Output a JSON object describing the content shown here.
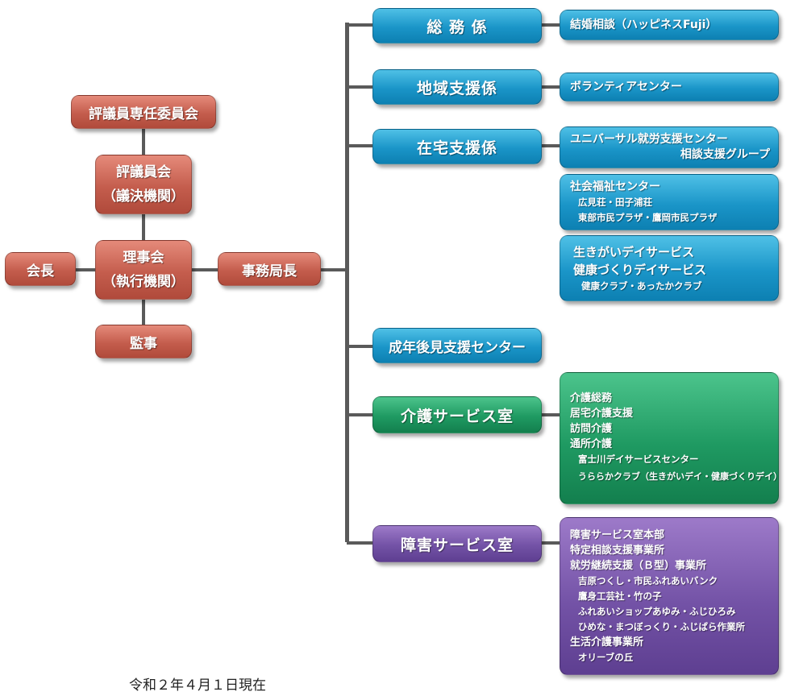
{
  "board": {
    "standing_committee": "評議員専任委員会",
    "councillors_line1": "評議員会",
    "councillors_line2": "（議決機関）",
    "directors_line1": "理事会",
    "directors_line2": "（執行機関）",
    "chairman": "会長",
    "auditor": "監事",
    "secretary_general": "事務局長"
  },
  "departments": [
    {
      "label": "総 務 係",
      "children": [
        {
          "lines": [
            "結婚相談（ハッピネスFuji）"
          ]
        }
      ]
    },
    {
      "label": "地域支援係",
      "children": [
        {
          "lines": [
            "ボランティアセンター"
          ]
        }
      ]
    },
    {
      "label": "在宅支援係",
      "children": [
        {
          "lines": [
            "ユニバーサル就労支援センター",
            "相談支援グループ"
          ]
        },
        {
          "lines": [
            "社会福祉センター",
            "広見荘・田子浦荘",
            "東部市民プラザ・鷹岡市民プラザ"
          ]
        },
        {
          "lines": [
            "生きがいデイサービス",
            "健康づくりデイサービス",
            "健康クラブ・あったかクラブ"
          ]
        }
      ]
    },
    {
      "label": "成年後見支援センター",
      "children": []
    },
    {
      "label": "介護サービス室",
      "children": [
        {
          "lines": [
            "介護総務",
            "居宅介護支援",
            "訪問介護",
            "通所介護",
            "富士川デイサービスセンター",
            "うららかクラブ（生きがいデイ・健康づくりデイ）"
          ]
        }
      ]
    },
    {
      "label": "障害サービス室",
      "children": [
        {
          "lines": [
            "障害サービス室本部",
            "特定相談支援事業所",
            "就労継続支援（Ｂ型）事業所",
            "吉原つくし・市民ふれあいバンク",
            "鷹身工芸社・竹の子",
            "ふれあいショップあゆみ・ふじひろみ",
            "ひめな・まつぼっくり・ふじばら作業所",
            "生活介護事業所",
            "オリーブの丘"
          ]
        }
      ]
    }
  ],
  "footer_date": "令和２年４月１日現在"
}
